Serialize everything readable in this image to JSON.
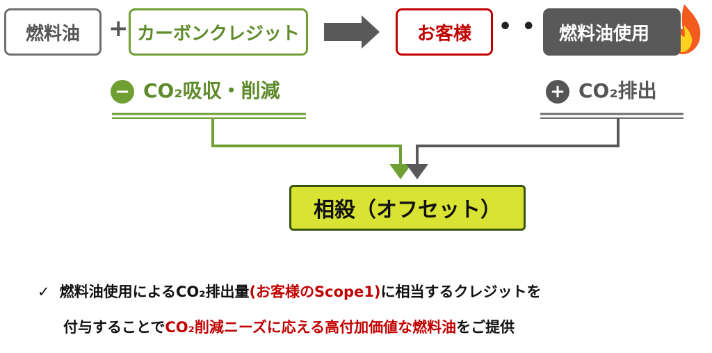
{
  "top_row": {
    "fuel_oil": "燃料油",
    "plus": "+",
    "carbon_credit": "カーボンクレジット",
    "customer": "お客様",
    "ellipsis": "• • •",
    "fuel_oil_use": "燃料油使用"
  },
  "left_effect": {
    "sign": "−",
    "label": "CO₂吸収・削減"
  },
  "right_effect": {
    "sign": "+",
    "label": "CO₂排出"
  },
  "result": {
    "label": "相殺（オフセット）"
  },
  "footer": {
    "check": "✓",
    "line1_a": "燃料油使用によるCO₂排出量",
    "line1_b": "(お客様のScope1)",
    "line1_c": "に相当するクレジットを",
    "line2_a": "付与することで",
    "line2_b": "CO₂削減ニーズに応える高付加価値な燃料油",
    "line2_c": "をご提供"
  },
  "colors": {
    "green": "#6f9e33",
    "dark_gray": "#595959",
    "red": "#c00000",
    "result_fill": "#d9e334",
    "result_border": "#38520f"
  },
  "icons": {
    "arrow": "right-arrow-icon",
    "flame": "flame-icon"
  }
}
